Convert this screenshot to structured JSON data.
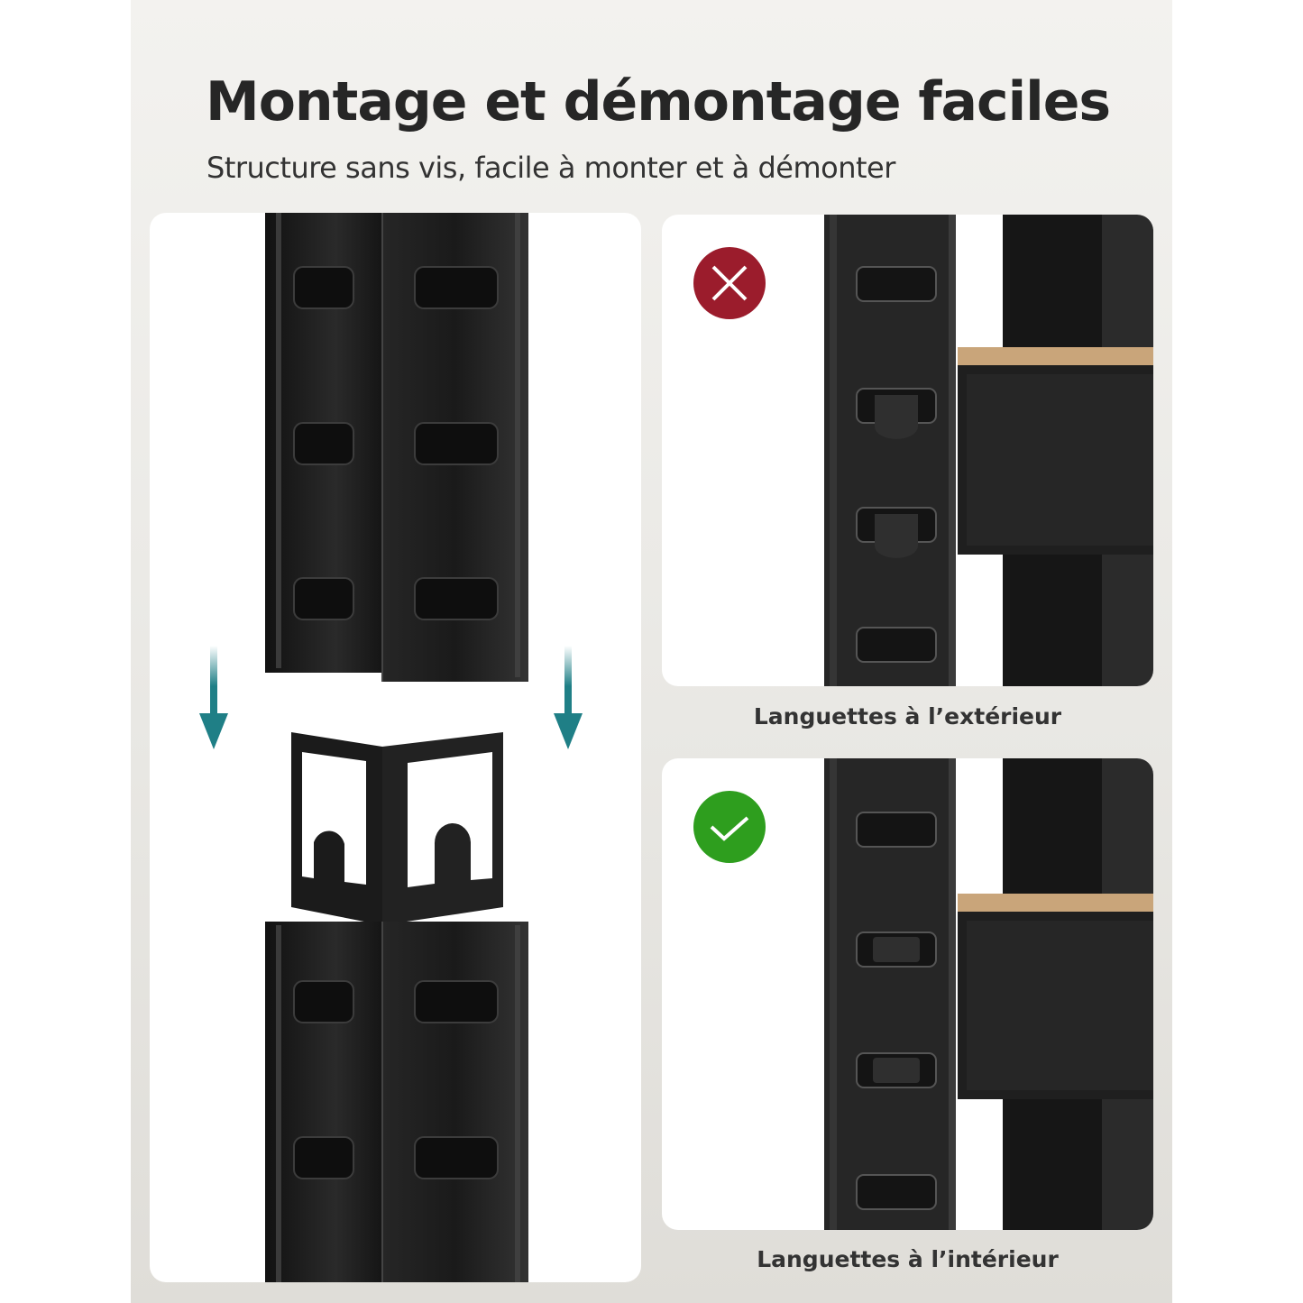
{
  "header": {
    "title": "Montage et démontage faciles",
    "subtitle": "Structure sans vis, facile à monter et à démonter"
  },
  "panels": {
    "assembly": {
      "icons": [
        "arrow-down-icon",
        "arrow-down-icon"
      ]
    },
    "wrong": {
      "caption": "Languettes à l’extérieur",
      "badge_icon": "cross-icon",
      "badge_color": "#9b1c2c"
    },
    "right": {
      "caption": "Languettes à l’intérieur",
      "badge_icon": "check-icon",
      "badge_color": "#2e9e1e"
    }
  },
  "colors": {
    "accent_arrow": "#1f7f86",
    "post": "#1c1c1c",
    "shelf_wood": "#c9a57a"
  }
}
